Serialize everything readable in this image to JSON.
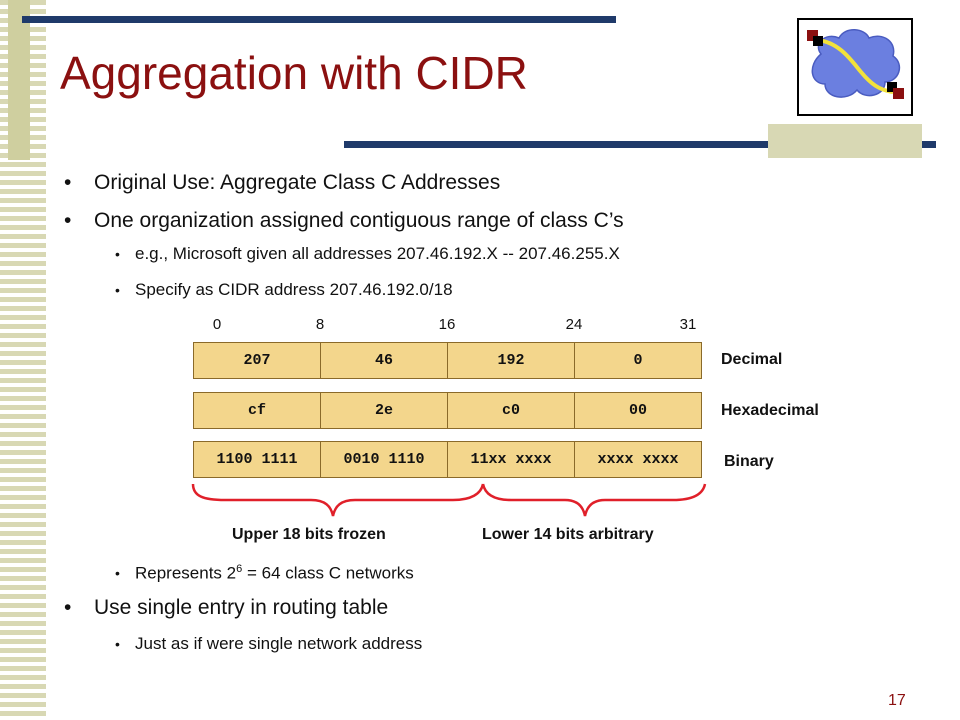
{
  "title": "Aggregation with CIDR",
  "bullets": {
    "b1": "Original Use: Aggregate Class C Addresses",
    "b2": "One organization assigned contiguous range of class C’s",
    "b2_sub1": "e.g., Microsoft given all addresses 207.46.192.X -- 207.46.255.X",
    "b2_sub2": "Specify as CIDR address 207.46.192.0/18",
    "rep_prefix": "Represents 2",
    "rep_exp": "6",
    "rep_suffix": " = 64 class C networks",
    "b3": "Use single entry in routing table",
    "b3_sub1": "Just as if were single network address"
  },
  "bullet_glyphs": {
    "main": "•",
    "sub": "•"
  },
  "bit_ticks": [
    "0",
    "8",
    "16",
    "24",
    "31"
  ],
  "rows": [
    {
      "label": "Decimal",
      "cells": [
        "207",
        "46",
        "192",
        "0"
      ]
    },
    {
      "label": "Hexadecimal",
      "cells": [
        "cf",
        "2e",
        "c0",
        "00"
      ]
    },
    {
      "label": "Binary",
      "cells": [
        "1100 1111",
        "0010 1110",
        "11xx xxxx",
        "xxxx xxxx"
      ]
    }
  ],
  "braces": {
    "upper": "Upper 18 bits frozen",
    "lower": "Lower 14 bits arbitrary"
  },
  "page_number": "17",
  "colors": {
    "title": "#8b1010",
    "rule": "#1f3a6a",
    "field_fill": "#f3d68c",
    "brace": "#e0202a",
    "stripe": "#d8d8b4"
  },
  "logo_icon": "network-cloud-icon"
}
